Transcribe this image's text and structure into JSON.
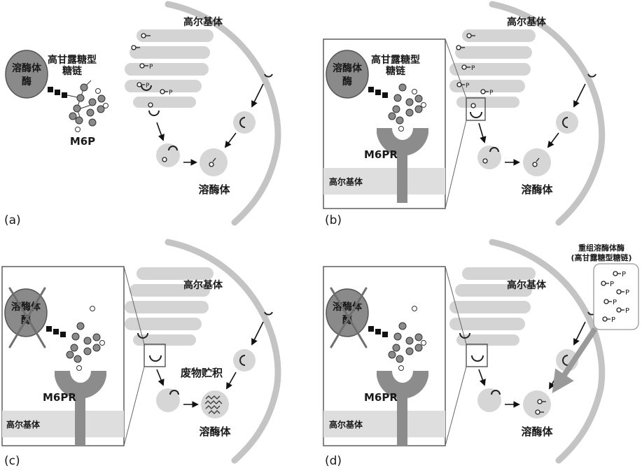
{
  "panels": {
    "a": {
      "tag": "(a)",
      "enzyme_line1": "溶酶体",
      "enzyme_line2": "酶",
      "glycan_line1": "高甘露糖型",
      "glycan_line2": "糖链",
      "m6p": "M6P",
      "golgi": "高尔基体",
      "lysosome": "溶酶体",
      "p_label": "P"
    },
    "b": {
      "tag": "(b)",
      "enzyme_line1": "溶酶体",
      "enzyme_line2": "酶",
      "glycan_line1": "高甘露糖型",
      "glycan_line2": "糖链",
      "receptor": "M6PR",
      "golgi_inset": "高尔基体",
      "golgi": "高尔基体",
      "lysosome": "溶酶体",
      "p_label": "P"
    },
    "c": {
      "tag": "(c)",
      "enzyme_line1": "溶酶体",
      "enzyme_line2": "酶",
      "receptor": "M6PR",
      "golgi_inset": "高尔基体",
      "golgi": "高尔基体",
      "waste": "废物贮积",
      "lysosome": "溶酶体"
    },
    "d": {
      "tag": "(d)",
      "enzyme_line1": "溶酶体",
      "enzyme_line2": "酶",
      "receptor": "M6PR",
      "golgi_inset": "高尔基体",
      "golgi": "高尔基体",
      "lysosome": "溶酶体",
      "rec_line1": "重组溶酶体酶",
      "rec_line2": "(高甘露糖型糖链)",
      "p_label": "P"
    }
  },
  "colors": {
    "membrane": "#c4c4c4",
    "golgi_stack": "#d4d4d4",
    "vesicle": "#d6d6d6",
    "enzyme": "#8a8a8a",
    "receptor": "#8c8c8c",
    "golgi_band": "#dedede",
    "cross": "#6f6f6f"
  }
}
